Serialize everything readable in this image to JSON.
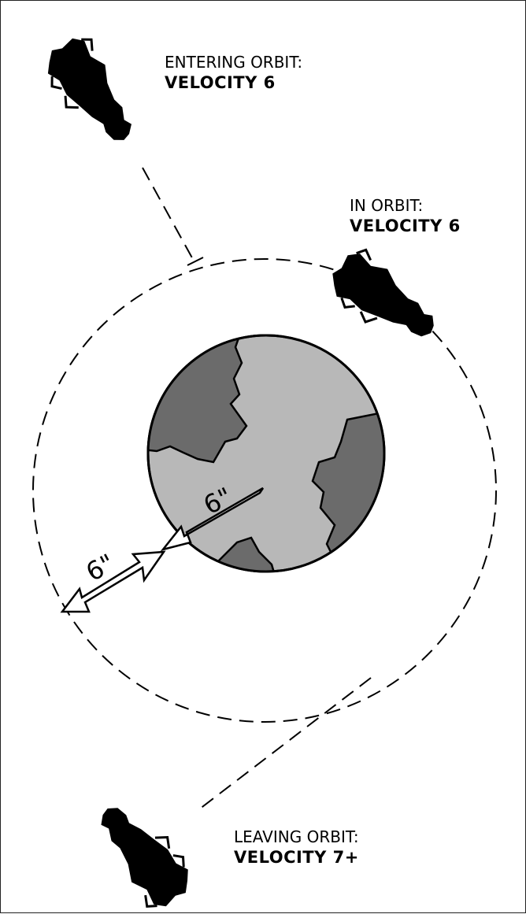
{
  "labels": {
    "entering": {
      "title": "ENTERING ORBIT:",
      "velocity": "VELOCITY 6"
    },
    "in_orbit": {
      "title": "IN ORBIT:",
      "velocity": "VELOCITY 6"
    },
    "leaving": {
      "title": "LEAVING ORBIT:",
      "velocity": "VELOCITY 7+"
    }
  },
  "dimensions": {
    "planet_radius": "6\"",
    "orbit_gap": "6\""
  },
  "colors": {
    "planet_land": "#b8b8b8",
    "planet_sea": "#6b6b6b",
    "ship": "#000000",
    "outline": "#000000"
  }
}
